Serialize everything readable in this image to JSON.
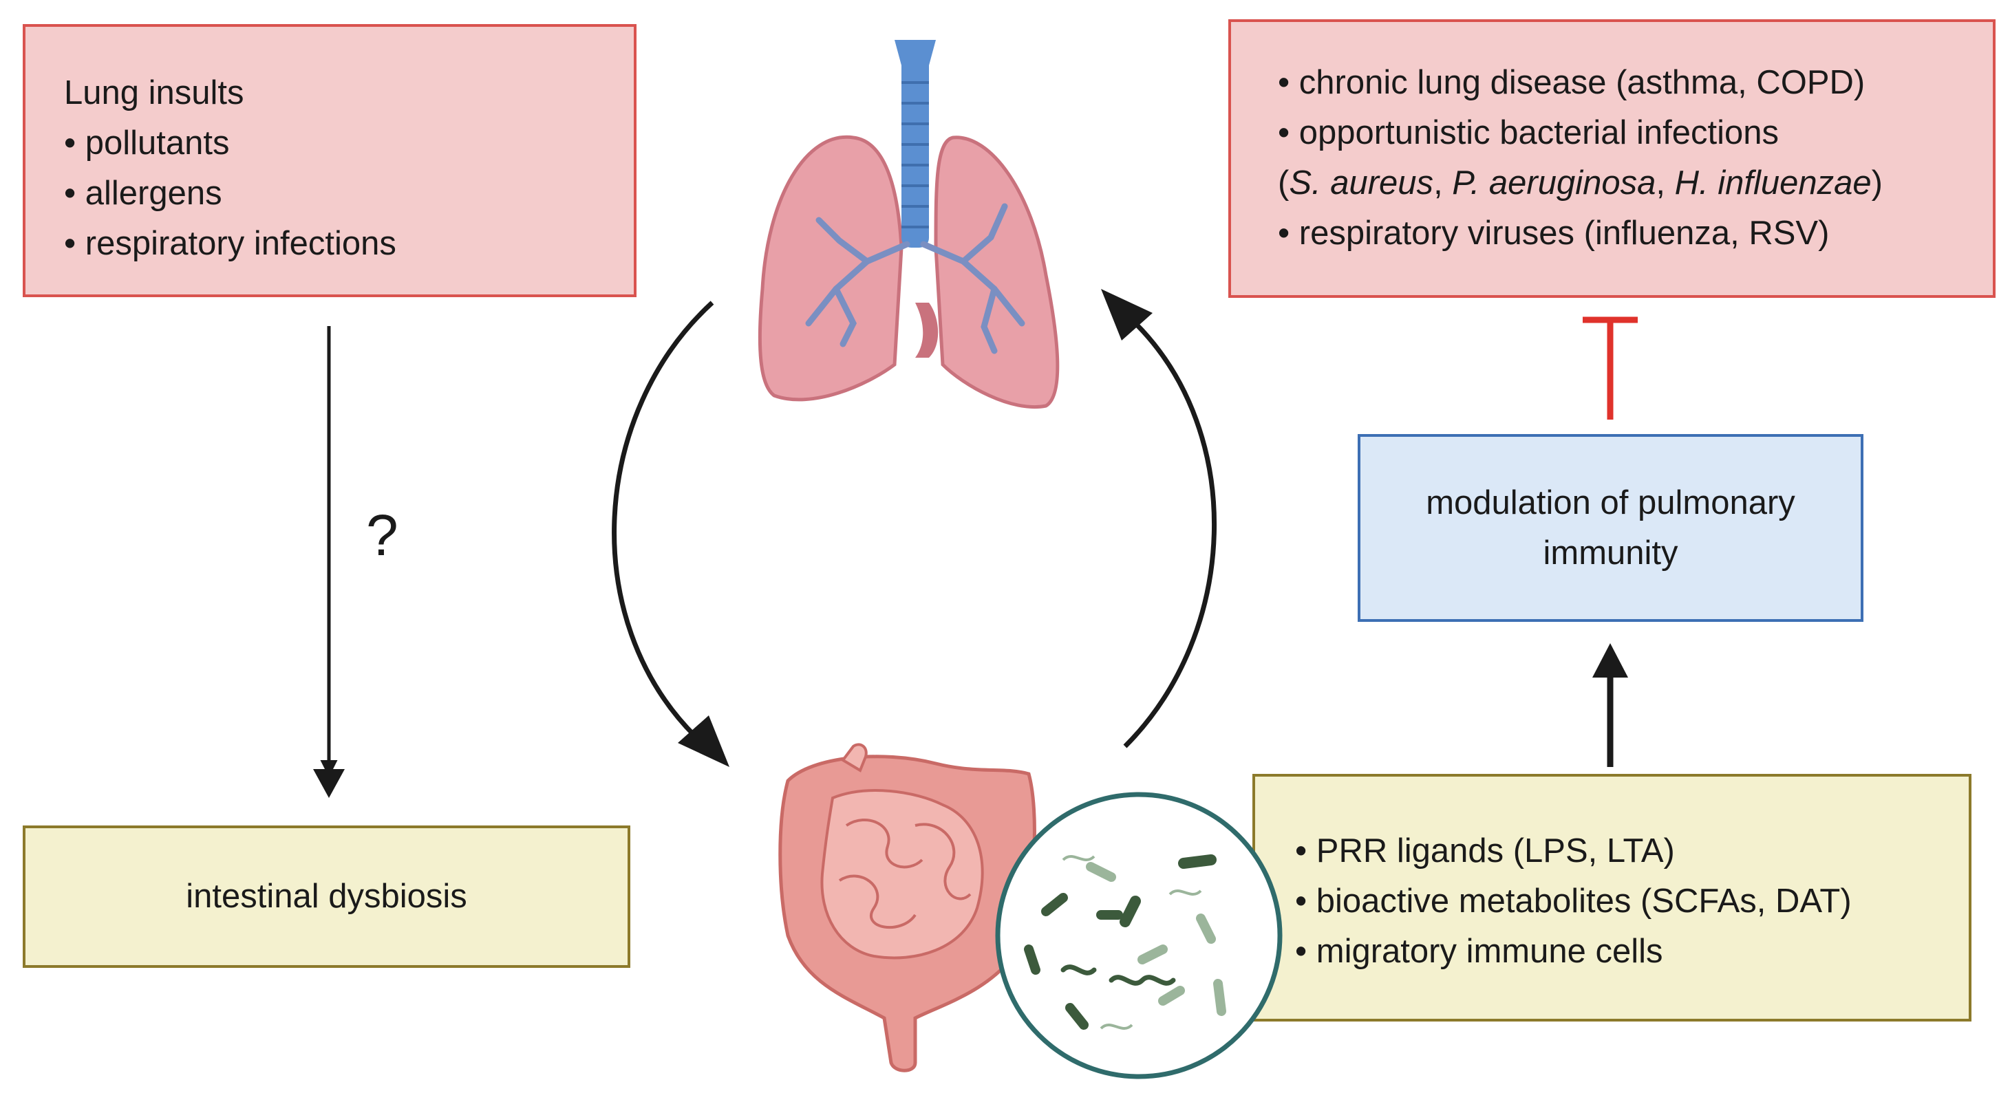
{
  "lung_insults": {
    "title": "Lung insults",
    "items": [
      "pollutants",
      "allergens",
      "respiratory infections"
    ]
  },
  "intestinal_dysbiosis": {
    "label": "intestinal dysbiosis"
  },
  "question_mark": "?",
  "outcomes": {
    "item1": "chronic lung disease (asthma, COPD)",
    "item2": "opportunistic bacterial infections",
    "item2_open": "(",
    "species": [
      "S. aureus",
      "P. aeruginosa",
      "H. influenzae"
    ],
    "sep": ", ",
    "item2_close": ")",
    "item3": "respiratory viruses (influenza, RSV)"
  },
  "modulation": {
    "line1": "modulation of pulmonary",
    "line2": "immunity"
  },
  "gut_factors": {
    "items": [
      "PRR ligands (LPS, LTA)",
      "bioactive metabolites (SCFAs, DAT)",
      "migratory immune cells"
    ]
  },
  "colors": {
    "red_fill": "#f4cccc",
    "red_border": "#d9534f",
    "yellow_fill": "#f4f1cf",
    "yellow_border": "#8c7a2b",
    "blue_fill": "#dbe8f7",
    "blue_border": "#3d6fb4",
    "inhibit": "#e0322b",
    "lung": "#e8a0a8",
    "trachea": "#5b8fd1",
    "gut": "#e89a95"
  },
  "icons": {
    "lungs": "lungs-icon",
    "intestine": "intestine-icon",
    "microbiota": "bacteria-circle-icon"
  }
}
